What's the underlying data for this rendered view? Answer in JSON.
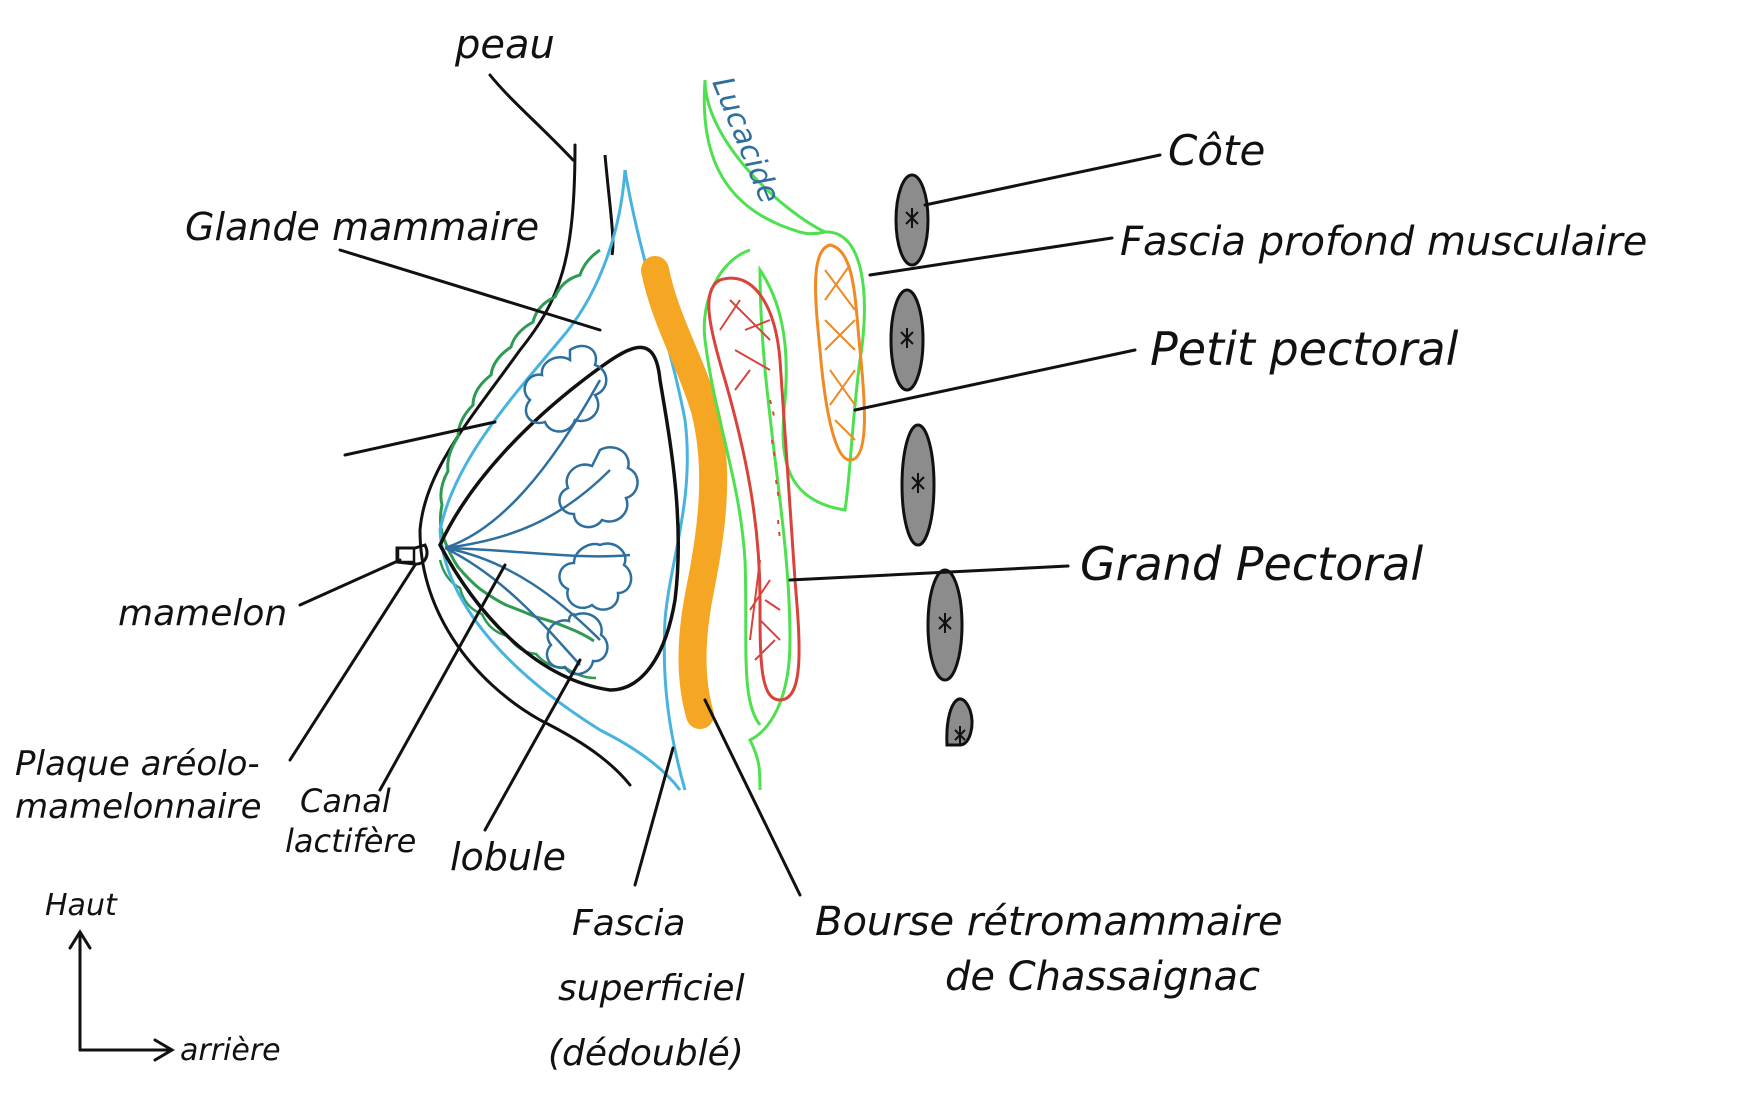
{
  "labels": {
    "peau": "peau",
    "glande": "Glande mammaire",
    "mamelon": "mamelon",
    "plaque_1": "Plaque aréolo-",
    "plaque_2": "mamelonnaire",
    "canal_1": "Canal",
    "canal_2": "lactifère",
    "lobule": "lobule",
    "fascia_sup_1": "Fascia",
    "fascia_sup_2": "superficiel",
    "fascia_sup_3": "(dédoublé)",
    "bourse_1": "Bourse rétromammaire",
    "bourse_2": "de Chassaignac",
    "grand_pectoral": "Grand Pectoral",
    "petit_pectoral": "Petit pectoral",
    "fascia_profond": "Fascia profond musculaire",
    "cote": "Côte",
    "lucacide": "Lucacide",
    "haut": "Haut",
    "arriere": "arrière"
  },
  "colors": {
    "ink": "#111111",
    "skin_green": "#2e9a52",
    "fascia_blue": "#49b3e0",
    "gland_blue": "#2e6f9e",
    "bursa_orange": "#f5a623",
    "muscle_red": "#d9433b",
    "muscle_orange": "#f08a24",
    "deep_fascia_green": "#4ee04e",
    "rib_gray": "#8c8c8c"
  }
}
